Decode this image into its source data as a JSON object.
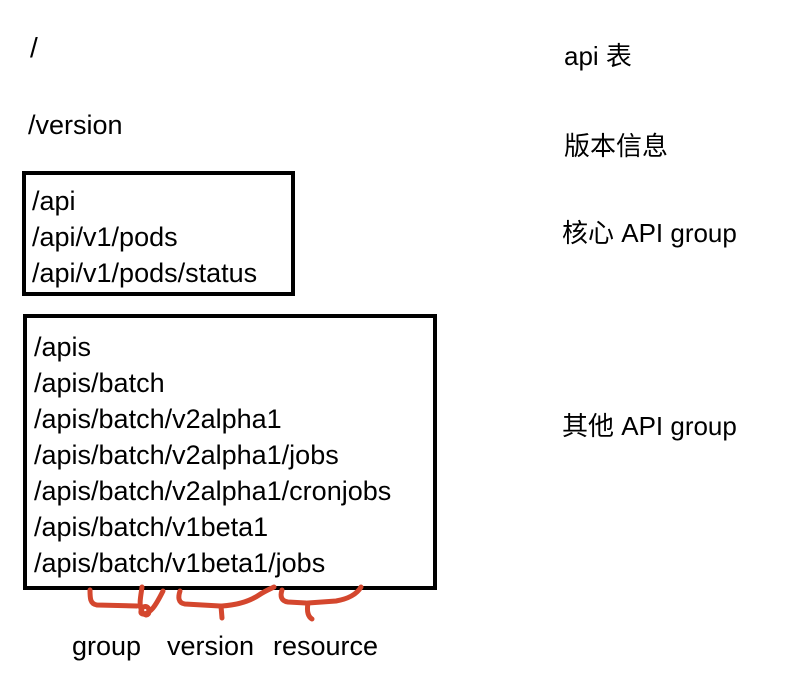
{
  "endpoints": {
    "root": {
      "path": "/",
      "label": "api 表"
    },
    "version": {
      "path": "/version",
      "label": "版本信息"
    }
  },
  "core_group": {
    "label": "核心 API group",
    "paths": [
      "/api",
      "/api/v1/pods",
      "/api/v1/pods/status"
    ]
  },
  "other_group": {
    "label": "其他 API group",
    "paths": [
      "/apis",
      "/apis/batch",
      "/apis/batch/v2alpha1",
      "/apis/batch/v2alpha1/jobs",
      "/apis/batch/v2alpha1/cronjobs",
      "/apis/batch/v1beta1",
      "/apis/batch/v1beta1/jobs"
    ]
  },
  "segments": {
    "labels": [
      "group",
      "version",
      "resource"
    ]
  },
  "colors": {
    "annotation_red": "#d4472e",
    "text": "#000000",
    "border": "#000000",
    "background": "#ffffff"
  }
}
